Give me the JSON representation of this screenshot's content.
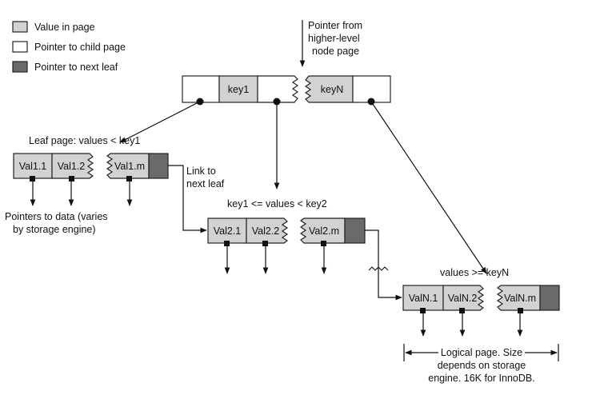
{
  "legend": {
    "value_in_page": "Value in page",
    "pointer_to_child": "Pointer to child page",
    "pointer_to_next_leaf": "Pointer to next leaf"
  },
  "annotations": {
    "pointer_from_line1": "Pointer from",
    "pointer_from_line2": "higher-level",
    "pointer_from_line3": "node page",
    "leaf_page_values": "Leaf page: values < key1",
    "link_line1": "Link to",
    "link_line2": "next leaf",
    "pointers_line1": "Pointers to data (varies",
    "pointers_line2": "by storage engine)",
    "key_range": "key1 <= values < key2",
    "values_ge": "values >= keyN",
    "logical_line1": "Logical page.  Size",
    "logical_line2": "depends on storage",
    "logical_line3": "engine.  16K for InnoDB."
  },
  "root": {
    "key1": "key1",
    "keyN": "keyN"
  },
  "leaf1": {
    "v1": "Val1.1",
    "v2": "Val1.2",
    "vm": "Val1.m"
  },
  "leaf2": {
    "v1": "Val2.1",
    "v2": "Val2.2",
    "vm": "Val2.m"
  },
  "leafN": {
    "v1": "ValN.1",
    "v2": "ValN.2",
    "vm": "ValN.m"
  },
  "colors": {
    "value_fill": "#d2d2d2",
    "pointer_fill": "#ffffff",
    "next_leaf_fill": "#6a6a6a"
  }
}
